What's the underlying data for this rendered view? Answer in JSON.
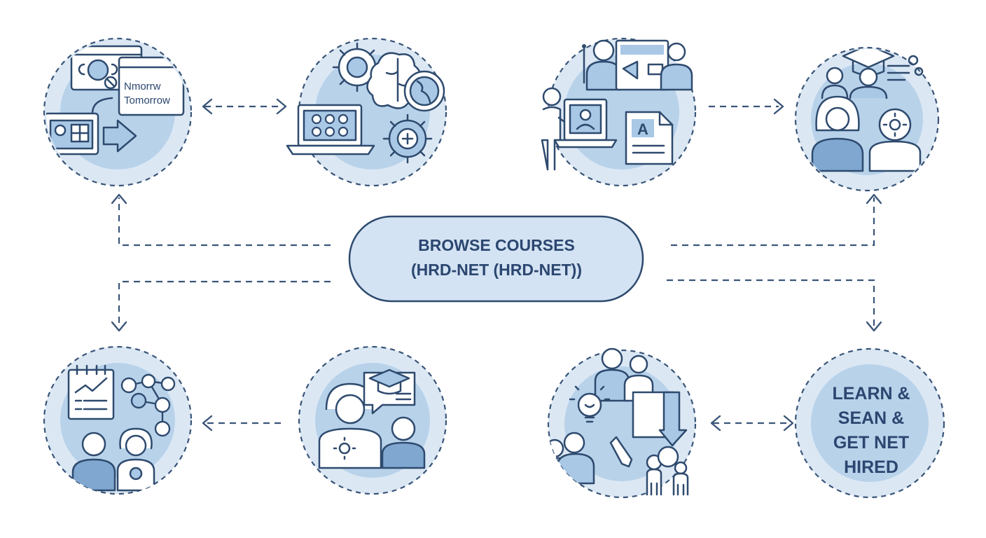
{
  "center": {
    "line1": "BROWSE COURSES",
    "line2": "(HRD-NET (HRD-NET))"
  },
  "nodes": {
    "schedule": {
      "line1": "Nmorrw",
      "line2": "Tomorrow"
    },
    "final": {
      "line1": "LEARN &",
      "line2": "SEAN &",
      "line3": "GET NET",
      "line4": "HIRED"
    }
  },
  "icons": {
    "node1": "schedule-screens-icon",
    "node2": "laptop-gears-icon",
    "node3": "instructor-presentation-icon",
    "node4": "graduate-people-icon",
    "node5": "progress-chart-network-icon",
    "node6": "mentor-student-icon",
    "node7": "team-collaboration-icon",
    "node8": "hired-badge",
    "letter_on_doc": "A"
  },
  "colors": {
    "stroke": "#2e4a6e",
    "ring_fill": "#dbe8f4",
    "core_fill": "#b8d2ea",
    "accent": "#7fa7d0",
    "text": "#2b4670"
  }
}
